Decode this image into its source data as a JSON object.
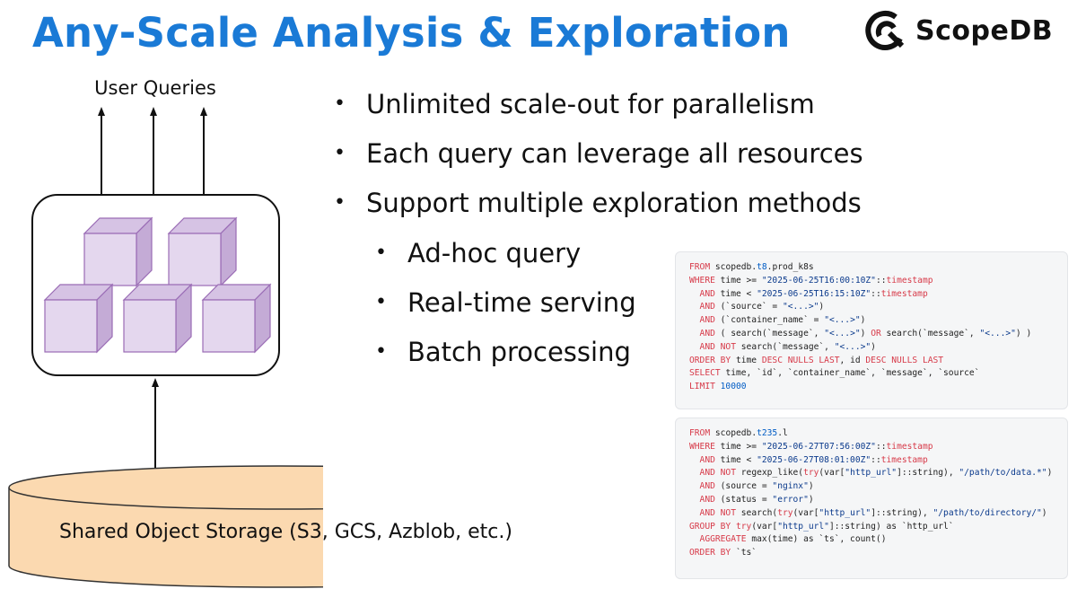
{
  "title": "Any-Scale Analysis & Exploration",
  "brand": {
    "name": "ScopeDB",
    "logo_icon": "scopedb-logo-icon"
  },
  "diagram": {
    "top_label": "User Queries",
    "storage_label": "Shared Object Storage (S3, GCS, Azblob, etc.)",
    "colors": {
      "cube_face": "#e4d7ee",
      "cube_side": "#c4abd6",
      "cube_top": "#d6c3e4",
      "cube_stroke": "#9a6cb5",
      "storage_fill": "#fbd9b0",
      "storage_stroke": "#333333"
    }
  },
  "bullets": [
    {
      "text": "Unlimited scale-out for parallelism",
      "level": 1
    },
    {
      "text": "Each query can leverage all resources",
      "level": 1
    },
    {
      "text": "Support multiple exploration methods",
      "level": 1
    },
    {
      "text": "Ad-hoc query",
      "level": 2
    },
    {
      "text": "Real-time serving",
      "level": 2
    },
    {
      "text": "Batch processing",
      "level": 2
    }
  ],
  "code_blocks": [
    {
      "lines": [
        [
          [
            "kw",
            "FROM "
          ],
          [
            "plain",
            "scopedb."
          ],
          [
            "num",
            "t8"
          ],
          [
            "plain",
            ".prod_k8s"
          ]
        ],
        [
          [
            "kw",
            "WHERE "
          ],
          [
            "plain",
            "time >= "
          ],
          [
            "str",
            "\"2025-06-25T16:00:10Z\""
          ],
          [
            "plain",
            "::"
          ],
          [
            "kw",
            "timestamp"
          ]
        ],
        [
          [
            "kw",
            "  AND "
          ],
          [
            "plain",
            "time < "
          ],
          [
            "str",
            "\"2025-06-25T16:15:10Z\""
          ],
          [
            "plain",
            "::"
          ],
          [
            "kw",
            "timestamp"
          ]
        ],
        [
          [
            "kw",
            "  AND "
          ],
          [
            "plain",
            "(`source` = "
          ],
          [
            "str",
            "\"<...>\""
          ],
          [
            "plain",
            ")"
          ]
        ],
        [
          [
            "kw",
            "  AND "
          ],
          [
            "plain",
            "(`container_name` = "
          ],
          [
            "str",
            "\"<...>\""
          ],
          [
            "plain",
            ")"
          ]
        ],
        [
          [
            "kw",
            "  AND "
          ],
          [
            "plain",
            "( search(`message`, "
          ],
          [
            "str",
            "\"<...>\""
          ],
          [
            "plain",
            ") "
          ],
          [
            "kw",
            "OR "
          ],
          [
            "plain",
            "search(`message`, "
          ],
          [
            "str",
            "\"<...>\""
          ],
          [
            "plain",
            ") )"
          ]
        ],
        [
          [
            "kw",
            "  AND NOT "
          ],
          [
            "plain",
            "search(`message`, "
          ],
          [
            "str",
            "\"<...>\""
          ],
          [
            "plain",
            ")"
          ]
        ],
        [
          [
            "kw",
            "ORDER BY "
          ],
          [
            "plain",
            "time "
          ],
          [
            "kw",
            "DESC NULLS LAST"
          ],
          [
            "plain",
            ", id "
          ],
          [
            "kw",
            "DESC NULLS LAST"
          ]
        ],
        [
          [
            "kw",
            "SELECT "
          ],
          [
            "plain",
            "time, `id`, `container_name`, `message`, `source`"
          ]
        ],
        [
          [
            "kw",
            "LIMIT "
          ],
          [
            "num",
            "10000"
          ]
        ]
      ]
    },
    {
      "lines": [
        [
          [
            "kw",
            "FROM "
          ],
          [
            "plain",
            "scopedb."
          ],
          [
            "num",
            "t235"
          ],
          [
            "plain",
            ".l"
          ]
        ],
        [
          [
            "kw",
            "WHERE "
          ],
          [
            "plain",
            "time >= "
          ],
          [
            "str",
            "\"2025-06-27T07:56:00Z\""
          ],
          [
            "plain",
            "::"
          ],
          [
            "kw",
            "timestamp"
          ]
        ],
        [
          [
            "kw",
            "  AND "
          ],
          [
            "plain",
            "time < "
          ],
          [
            "str",
            "\"2025-06-27T08:01:00Z\""
          ],
          [
            "plain",
            "::"
          ],
          [
            "kw",
            "timestamp"
          ]
        ],
        [
          [
            "kw",
            "  AND NOT "
          ],
          [
            "plain",
            "regexp_like("
          ],
          [
            "kw",
            "try"
          ],
          [
            "plain",
            "(var["
          ],
          [
            "str",
            "\"http_url\""
          ],
          [
            "plain",
            "]::string), "
          ],
          [
            "str",
            "\"/path/to/data.*\""
          ],
          [
            "plain",
            ")"
          ]
        ],
        [
          [
            "kw",
            "  AND "
          ],
          [
            "plain",
            "(source = "
          ],
          [
            "str",
            "\"nginx\""
          ],
          [
            "plain",
            ")"
          ]
        ],
        [
          [
            "kw",
            "  AND "
          ],
          [
            "plain",
            "(status = "
          ],
          [
            "str",
            "\"error\""
          ],
          [
            "plain",
            ")"
          ]
        ],
        [
          [
            "kw",
            "  AND NOT "
          ],
          [
            "plain",
            "search("
          ],
          [
            "kw",
            "try"
          ],
          [
            "plain",
            "(var["
          ],
          [
            "str",
            "\"http_url\""
          ],
          [
            "plain",
            "]::string), "
          ],
          [
            "str",
            "\"/path/to/directory/\""
          ],
          [
            "plain",
            ")"
          ]
        ],
        [
          [
            "kw",
            "GROUP BY "
          ],
          [
            "kw",
            "try"
          ],
          [
            "plain",
            "(var["
          ],
          [
            "str",
            "\"http_url\""
          ],
          [
            "plain",
            "]::string) as `http_url`"
          ]
        ],
        [
          [
            "kw",
            "  AGGREGATE "
          ],
          [
            "plain",
            "max(time) as `ts`, count()"
          ]
        ],
        [
          [
            "kw",
            "ORDER BY "
          ],
          [
            "plain",
            "`ts`"
          ]
        ]
      ]
    }
  ]
}
